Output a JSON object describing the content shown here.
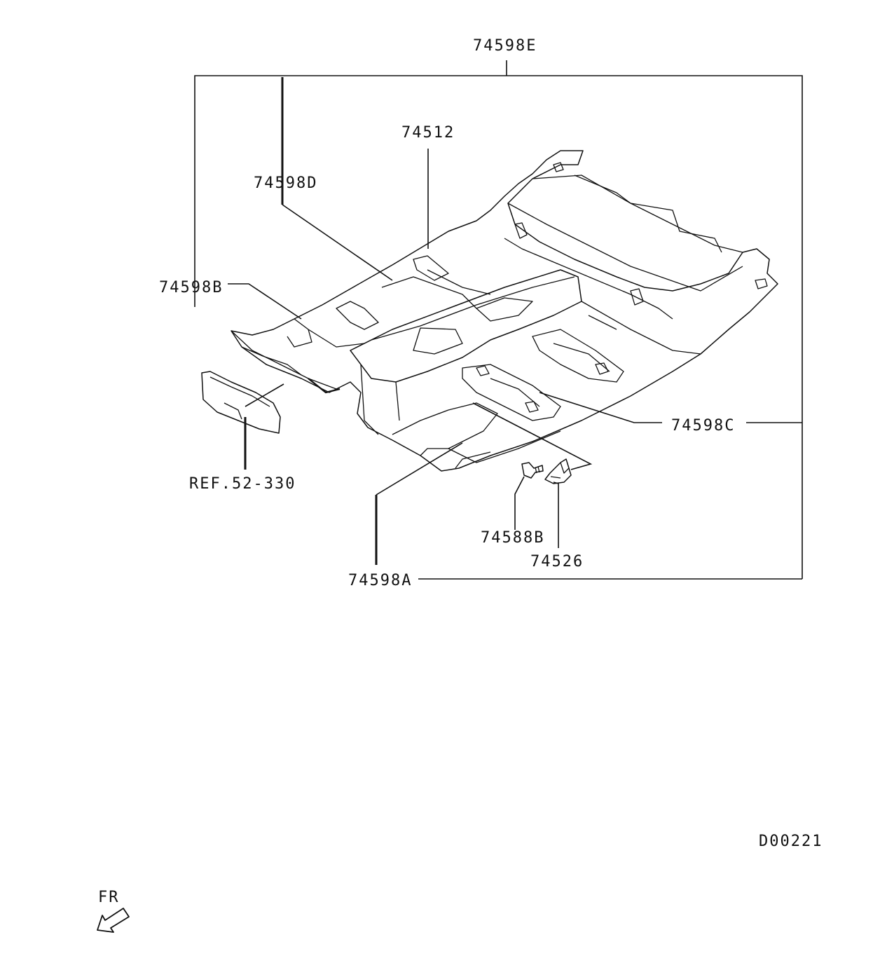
{
  "labels": {
    "part_74598E": "74598E",
    "part_74512": "74512",
    "part_74598D": "74598D",
    "part_74598B": "74598B",
    "part_74598C": "74598C",
    "ref_52_330": "REF.52-330",
    "part_74588B": "74588B",
    "part_74526": "74526",
    "part_74598A": "74598A",
    "direction": "FR",
    "diagram_code": "D00221"
  },
  "colors": {
    "line": "#111111",
    "background": "#ffffff"
  },
  "icons": {
    "front_arrow": "front-direction-arrow-icon"
  }
}
